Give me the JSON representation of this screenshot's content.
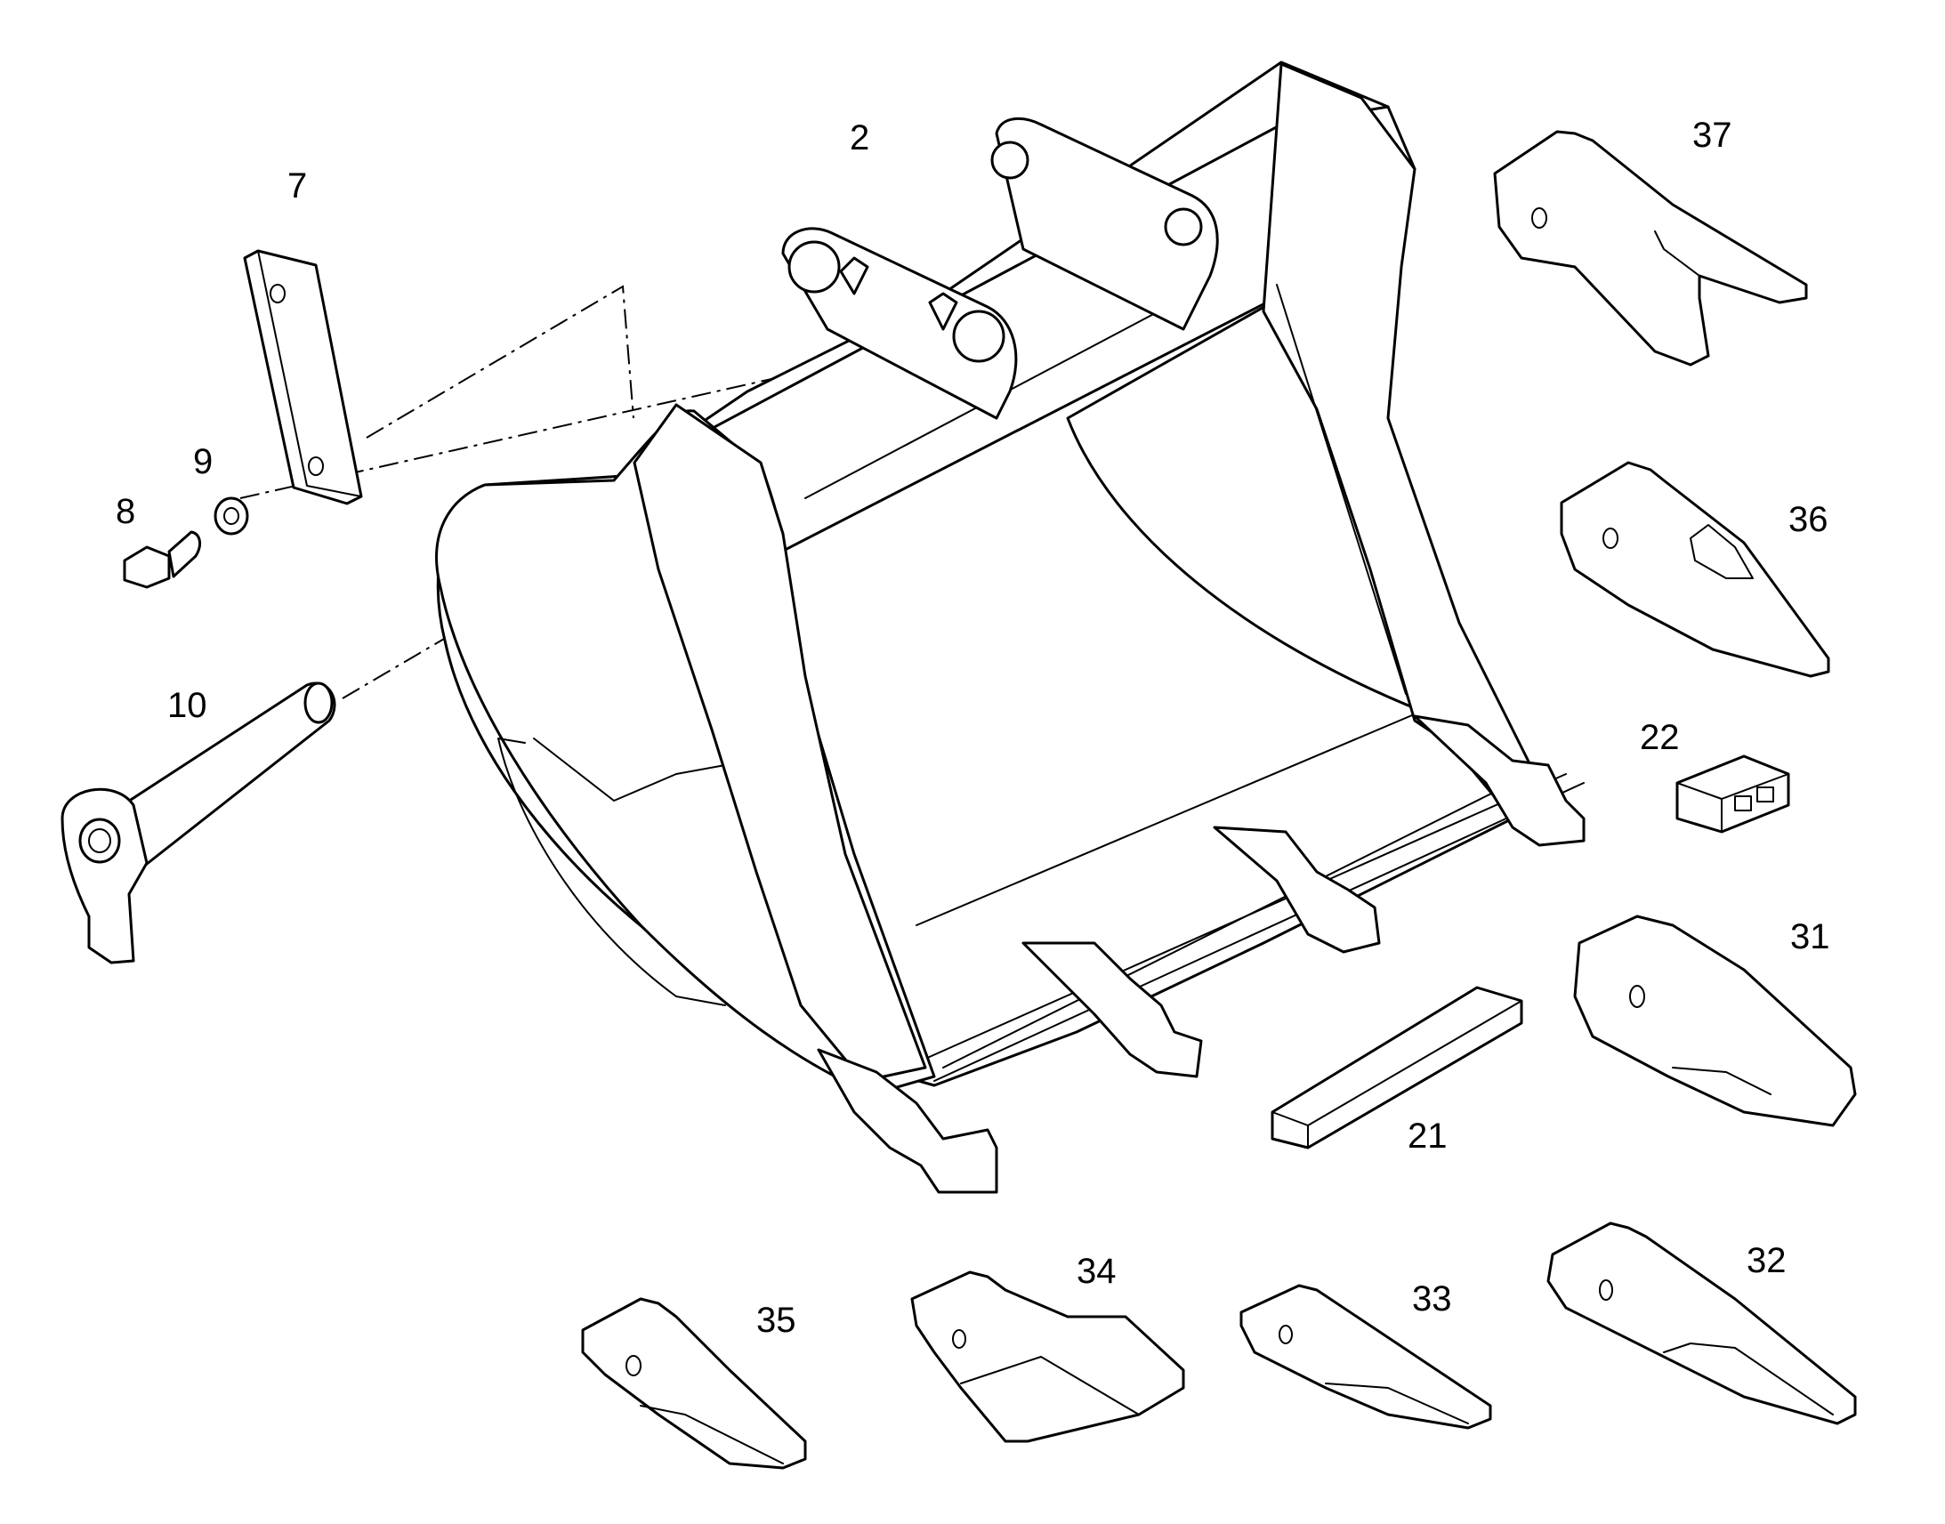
{
  "callouts": {
    "bucket": "2",
    "link_plate": "7",
    "bolt": "8",
    "washer": "9",
    "pin": "10",
    "wear_strip": "21",
    "adapter": "22",
    "tooth_31": "31",
    "tooth_32": "32",
    "tooth_33": "33",
    "tooth_34": "34",
    "tooth_35": "35",
    "tooth_36": "36",
    "tooth_37": "37"
  },
  "colors": {
    "line": "#000000",
    "background": "#ffffff"
  }
}
